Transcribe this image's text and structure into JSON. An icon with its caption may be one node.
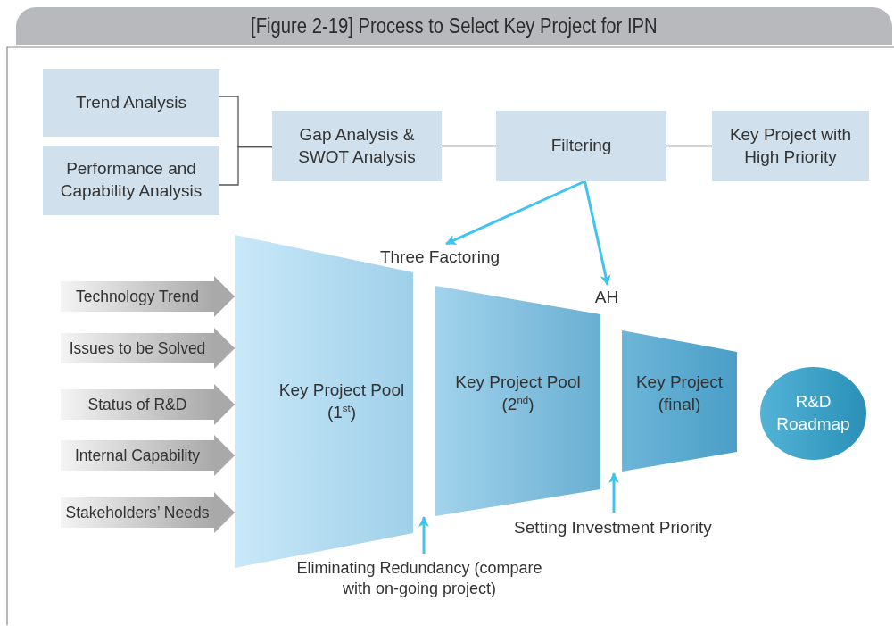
{
  "diagram": {
    "title": "[Figure 2-19] Process to Select Key Project for IPN",
    "nodes": [
      {
        "text": [
          "Trend Analysis"
        ]
      },
      {
        "text": [
          "Performance and Capability Analysis"
        ]
      },
      {
        "text": [
          "Gap Analysis & SWOT Analysis"
        ]
      },
      {
        "text": [
          "Filtering"
        ]
      },
      {
        "text": [
          "Key Project with High Priority"
        ]
      },
      {
        "text": [
          "Three Factoring"
        ]
      },
      {
        "text": [
          "AH"
        ]
      },
      {
        "text": [
          "Technology Trend"
        ]
      },
      {
        "text": [
          "Issues to be Solved"
        ]
      },
      {
        "text": [
          "Status of R&D"
        ]
      },
      {
        "text": [
          "Internal Capability"
        ]
      },
      {
        "text": [
          "Stakeholders’ Needs"
        ]
      },
      {
        "text": [
          "Key Project Pool (1$^{st}$)"
        ]
      },
      {
        "text": [
          "Key Project Pool (2$^{nd}$)"
        ]
      },
      {
        "text": [
          "Key Project (final)"
        ]
      },
      {
        "text": [
          "R&D Roadmap"
        ]
      },
      {
        "text": [
          "Eliminating Redundancy (compare with on-going project)"
        ]
      },
      {
        "text": [
          "Setting Investment Priority"
        ]
      }
    ],
    "edges": [
      {
        "from": 0,
        "to": 2,
        "arrow": "none"
      },
      {
        "from": 1,
        "to": 2,
        "arrow": "none"
      },
      {
        "from": 2,
        "to": 3,
        "arrow": "none"
      },
      {
        "from": 3,
        "to": 4,
        "arrow": "none"
      },
      {
        "from": 3,
        "to": 5,
        "arrow": "to",
        "style": "thick",
        "color": "#3fc4f2"
      },
      {
        "from": 3,
        "to": 6,
        "arrow": "to",
        "style": "thick",
        "color": "#3fc4f2"
      },
      {
        "from": 16,
        "to": 13,
        "arrow": "to",
        "style": "thick",
        "color": "#3fc4f2"
      },
      {
        "from": 17,
        "to": 14,
        "arrow": "to",
        "style": "thick",
        "color": "#3fc4f2"
      },
      {
        "from": 7,
        "to": 12,
        "arrow": "to",
        "color": "#a9a9a9"
      },
      {
        "from": 8,
        "to": 12,
        "arrow": "to",
        "color": "#a9a9a9"
      },
      {
        "from": 9,
        "to": 12,
        "arrow": "to",
        "color": "#a9a9a9"
      },
      {
        "from": 10,
        "to": 12,
        "arrow": "to",
        "color": "#a9a9a9"
      },
      {
        "from": 11,
        "to": 12,
        "arrow": "to",
        "color": "#a9a9a9"
      }
    ]
  }
}
